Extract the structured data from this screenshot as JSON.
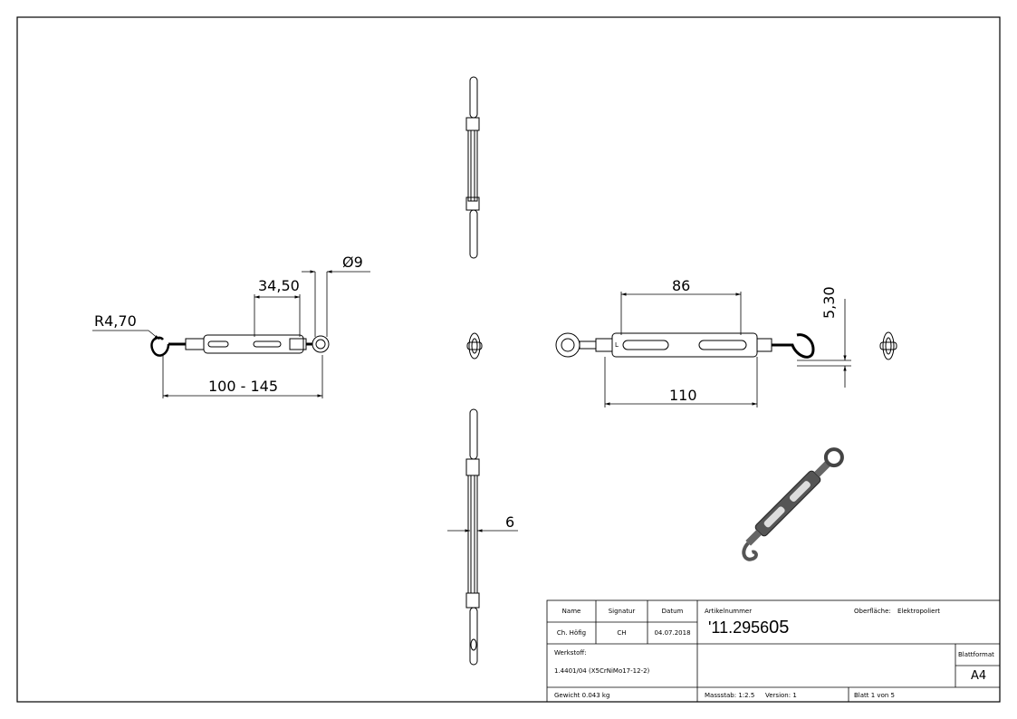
{
  "dimensions": {
    "radius_hook": "R4,70",
    "slot_length": "34,50",
    "eye_diameter": "Ø9",
    "length_range": "100 - 145",
    "body_length": "86",
    "thread_offset": "5,30",
    "overall_body": "110",
    "rod_width": "6"
  },
  "title_block": {
    "header_name": "Name",
    "header_signatur": "Signatur",
    "header_datum": "Datum",
    "name": "Ch. Höfig",
    "signatur": "CH",
    "datum": "04.07.2018",
    "artikelnummer_label": "Artikelnummer",
    "artikelnummer_prefix": "'11.2956",
    "artikelnummer_suffix": "05",
    "oberflaeche_label": "Oberfläche:",
    "oberflaeche_value": "Elektropoliert",
    "werkstoff_label": "Werkstoff:",
    "werkstoff_value": "1.4401/04 (X5CrNiMo17-12-2)",
    "blattformat_label": "Blattformat",
    "blattformat_value": "A4",
    "gewicht": "Gewicht 0.043 kg",
    "massstab": "Massstab: 1:2.5",
    "version": "Version: 1",
    "blatt": "Blatt 1 von 5"
  },
  "part_marks": {
    "left_mark": "L"
  }
}
